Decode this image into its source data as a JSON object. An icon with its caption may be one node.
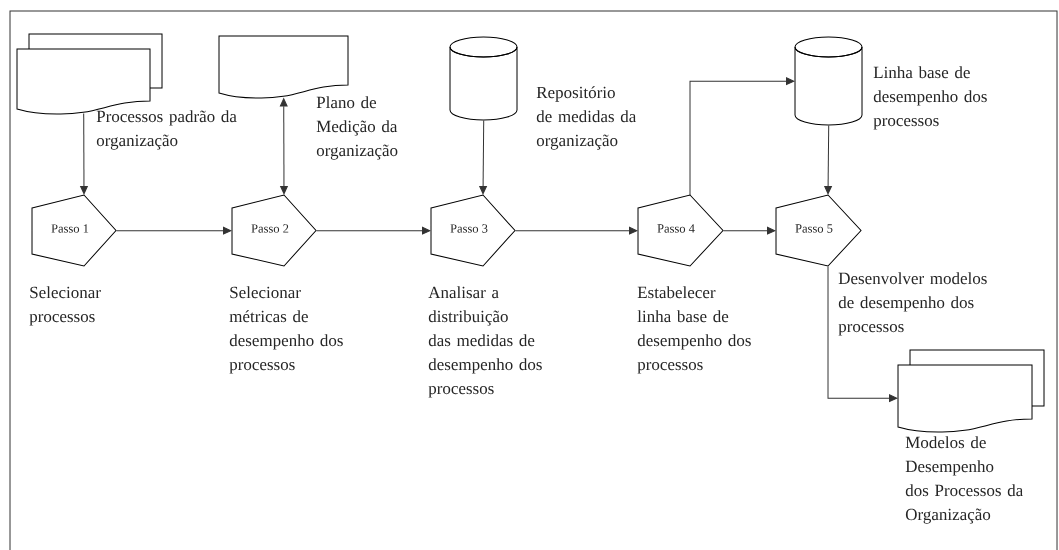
{
  "diagram": {
    "nodes": [
      {
        "text": [
          "Processos padrão da organização"
        ]
      },
      {
        "text": [
          "Plano de Medição da organização"
        ]
      },
      {
        "text": [
          "Repositório de medidas da organização"
        ]
      },
      {
        "text": [
          "Linha base de desempenho dos processos"
        ]
      },
      {
        "text": [
          "Passo 1"
        ],
        "beside": [
          "Selecionar processos"
        ]
      },
      {
        "text": [
          "Passo 2"
        ],
        "beside": [
          "Selecionar métricas de desempenho dos processos"
        ]
      },
      {
        "text": [
          "Passo 3"
        ],
        "beside": [
          "Analisar a distribuição das medidas de desempenho dos processos"
        ]
      },
      {
        "text": [
          "Passo 4"
        ],
        "beside": [
          "Estabelecer linha base de desempenho dos processos"
        ]
      },
      {
        "text": [
          "Passo 5"
        ],
        "beside": [
          "Desenvolver modelos de desempenho dos processos"
        ]
      },
      {
        "text": [
          "Modelos de Desempenho dos Processos da Organização"
        ]
      }
    ],
    "edges": [
      {
        "from": 0,
        "to": 4,
        "arrow": "to"
      },
      {
        "from": 5,
        "to": 1,
        "arrow": "both"
      },
      {
        "from": 4,
        "to": 5,
        "arrow": "to"
      },
      {
        "from": 5,
        "to": 6,
        "arrow": "to"
      },
      {
        "from": 2,
        "to": 6,
        "arrow": "to"
      },
      {
        "from": 6,
        "to": 7,
        "arrow": "to"
      },
      {
        "from": 7,
        "to": 3,
        "arrow": "to"
      },
      {
        "from": 7,
        "to": 8,
        "arrow": "to"
      },
      {
        "from": 3,
        "to": 8,
        "arrow": "to"
      },
      {
        "from": 8,
        "to": 9,
        "arrow": "to"
      }
    ]
  }
}
